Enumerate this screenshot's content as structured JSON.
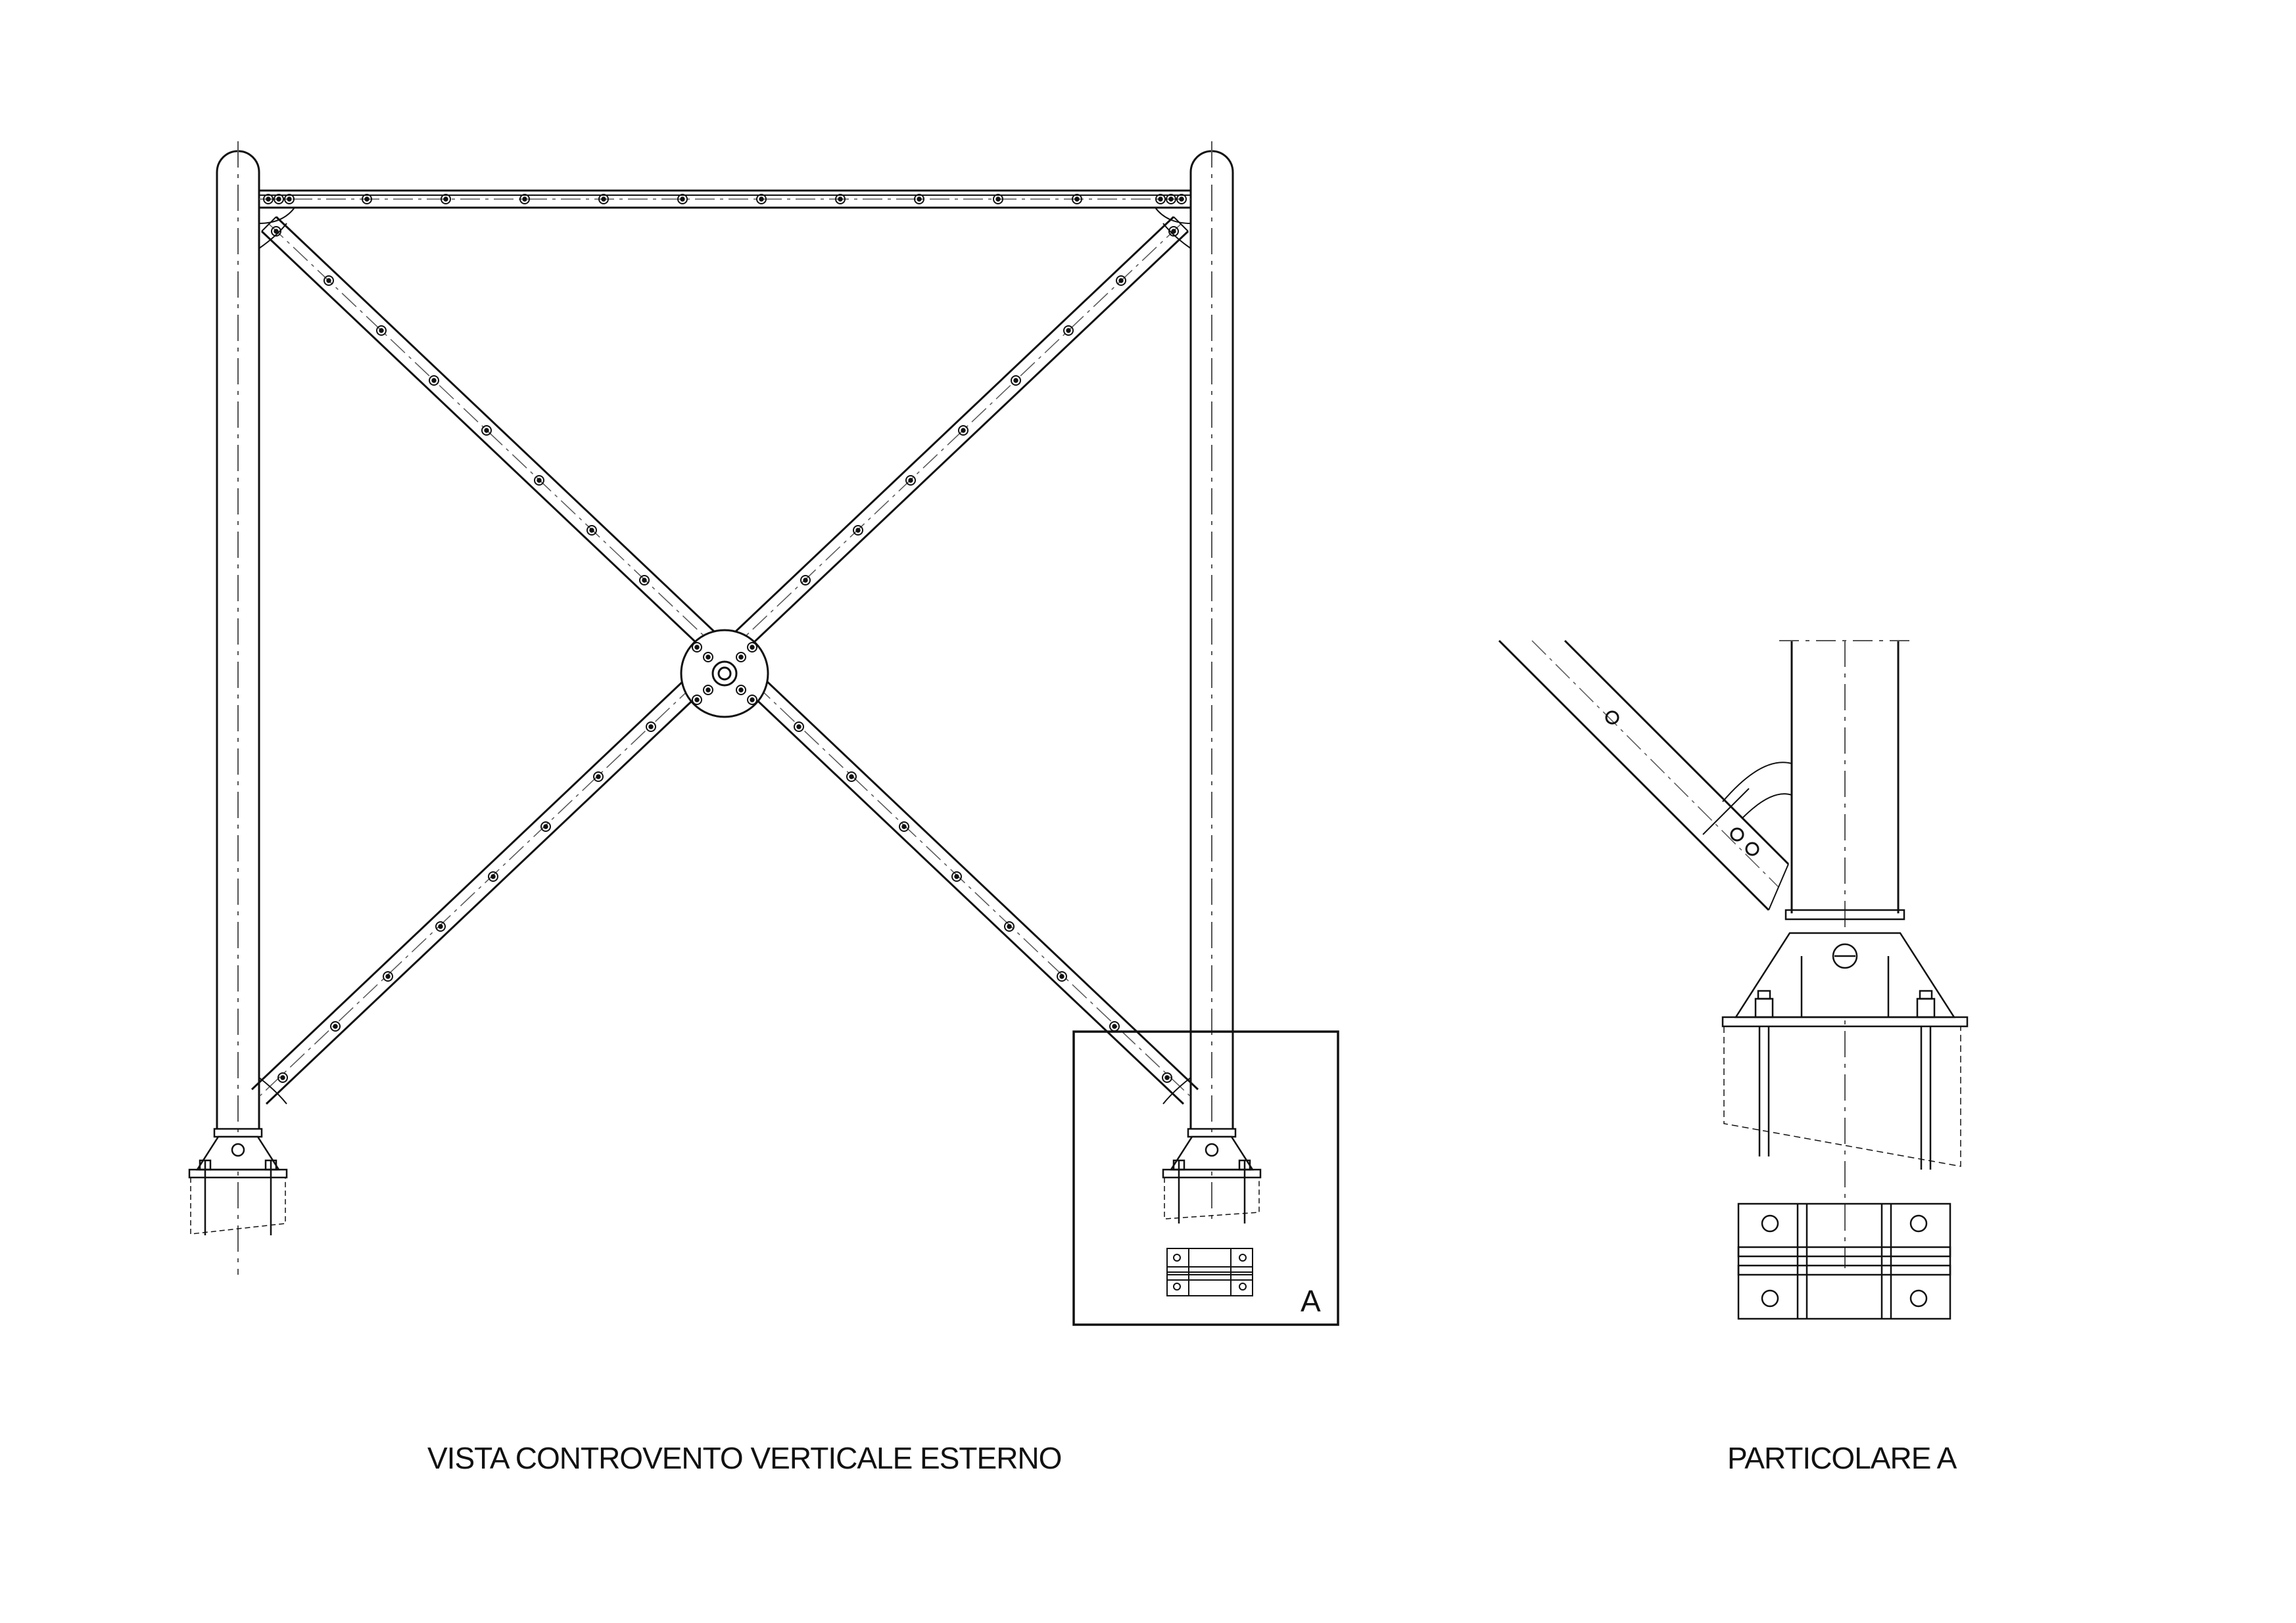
{
  "drawing": {
    "main_view_title": "VISTA CONTROVENTO VERTICALE ESTERNO",
    "detail_view_title": "PARTICOLARE A",
    "detail_callout_letter": "A"
  },
  "colors": {
    "line": "#111111",
    "centerline": "#555555",
    "background": "#ffffff"
  }
}
